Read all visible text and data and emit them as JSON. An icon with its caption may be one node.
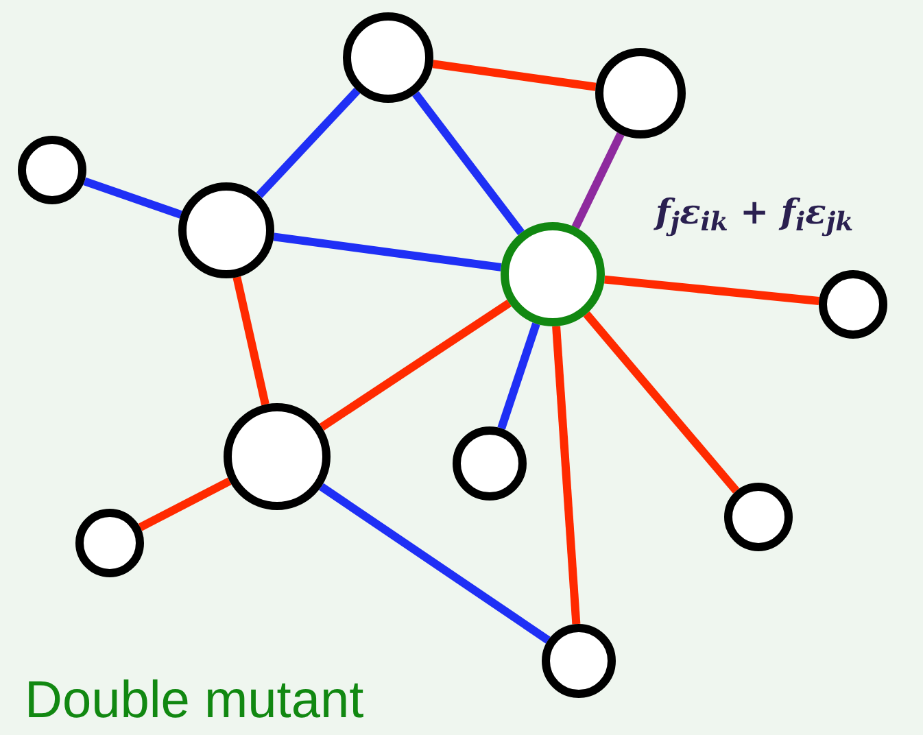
{
  "diagram": {
    "caption": "Double mutant",
    "nodes": [
      {
        "text": [],
        "shape": "circle"
      },
      {
        "text": [],
        "shape": "circle"
      },
      {
        "text": [],
        "shape": "circle"
      },
      {
        "text": [],
        "shape": "circle"
      },
      {
        "text": [],
        "shape": "circle"
      },
      {
        "text": [],
        "shape": "circle"
      },
      {
        "text": [],
        "shape": "circle"
      },
      {
        "text": [],
        "shape": "circle"
      },
      {
        "text": [],
        "shape": "circle"
      },
      {
        "text": [],
        "shape": "circle"
      },
      {
        "text": [],
        "shape": "circle"
      }
    ],
    "edges": [
      {
        "from": 0,
        "to": 1,
        "arrow": "none"
      },
      {
        "from": 0,
        "to": 3,
        "arrow": "none",
        "color": "#1f2ff5"
      },
      {
        "from": 0,
        "to": 4,
        "arrow": "none",
        "color": "#1f2ff5"
      },
      {
        "from": 1,
        "to": 4,
        "arrow": "none",
        "color": "#8e2a9e"
      },
      {
        "from": 2,
        "to": 3,
        "arrow": "none",
        "color": "#1f2ff5"
      },
      {
        "from": 3,
        "to": 4,
        "arrow": "none",
        "color": "#1f2ff5"
      },
      {
        "from": 3,
        "to": 6,
        "arrow": "none"
      },
      {
        "from": 4,
        "to": 6,
        "arrow": "none"
      },
      {
        "from": 4,
        "to": 5,
        "arrow": "none"
      },
      {
        "from": 4,
        "to": 7,
        "arrow": "none",
        "color": "#1f2ff5"
      },
      {
        "from": 4,
        "to": 10,
        "arrow": "none"
      },
      {
        "from": 4,
        "to": 8,
        "arrow": "none"
      },
      {
        "from": 6,
        "to": 9,
        "arrow": "none"
      },
      {
        "from": 6,
        "to": 10,
        "arrow": "none",
        "color": "#1f2ff5"
      }
    ],
    "labels": [
      "f$_{j}$ε$_{ik}$ + f$_{i}$ε$_{jk}$"
    ]
  }
}
